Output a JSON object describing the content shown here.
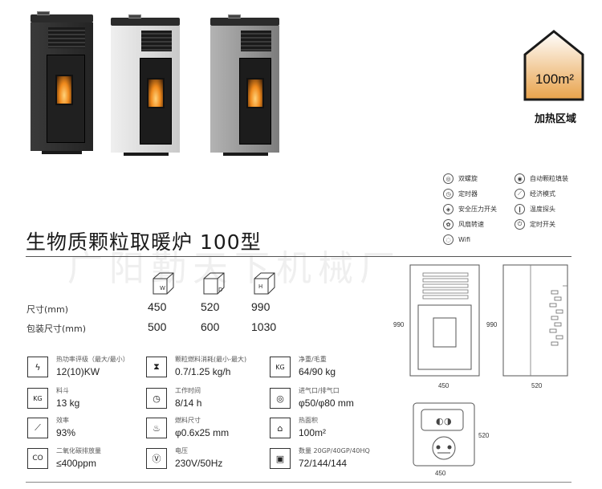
{
  "heating": {
    "value": "100m²",
    "caption": "加热区域"
  },
  "features": [
    {
      "icon": "twin-screw-icon",
      "glyph": "◎",
      "label": "双螺旋"
    },
    {
      "icon": "auto-pellet-icon",
      "glyph": "◉",
      "label": "自动颗粒填装"
    },
    {
      "icon": "timer-icon",
      "glyph": "◷",
      "label": "定时器"
    },
    {
      "icon": "economy-mode-icon",
      "glyph": "⟋",
      "label": "经济模式"
    },
    {
      "icon": "safety-pressure-icon",
      "glyph": "◈",
      "label": "安全压力开关"
    },
    {
      "icon": "temperature-probe-icon",
      "glyph": "❙",
      "label": "温度探头"
    },
    {
      "icon": "fan-speed-icon",
      "glyph": "✿",
      "label": "风扇转速"
    },
    {
      "icon": "timed-switch-icon",
      "glyph": "⏻",
      "label": "定时开关"
    },
    {
      "icon": "wifi-icon",
      "glyph": "◌",
      "label": "Wifi"
    }
  ],
  "title": "生物质颗粒取暖炉 100型",
  "watermark": "广阳勤天下机械厂",
  "dimensions": {
    "cube_labels": [
      "W",
      "D",
      "H"
    ],
    "size_label": "尺寸(mm)",
    "size_values": [
      "450",
      "520",
      "990"
    ],
    "pack_label": "包装尺寸(mm)",
    "pack_values": [
      "500",
      "600",
      "1030"
    ]
  },
  "specs": [
    {
      "icon": "power-icon",
      "glyph": "ϟ",
      "label": "热功率评级（最大/最小）",
      "value": "12(10)KW"
    },
    {
      "icon": "hourglass-icon",
      "glyph": "⧗",
      "label": "颗粒燃料消耗(最小-最大)",
      "value": "0.7/1.25 kg/h"
    },
    {
      "icon": "weight-icon",
      "glyph": "KG",
      "label": "净重/毛重",
      "value": "64/90 kg"
    },
    {
      "icon": "hopper-icon",
      "glyph": "KG",
      "label": "料斗",
      "value": "13 kg"
    },
    {
      "icon": "clock-icon",
      "glyph": "◷",
      "label": "工作时间",
      "value": "8/14 h"
    },
    {
      "icon": "vent-icon",
      "glyph": "◎",
      "label": "进气口/排气口",
      "value": "φ50/φ80 mm"
    },
    {
      "icon": "efficiency-icon",
      "glyph": "⟋",
      "label": "效率",
      "value": "93%"
    },
    {
      "icon": "flame-icon",
      "glyph": "♨",
      "label": "燃料尺寸",
      "value": "φ0.6x25 mm"
    },
    {
      "icon": "house-icon",
      "glyph": "⌂",
      "label": "热面积",
      "value": "100m²"
    },
    {
      "icon": "co-icon",
      "glyph": "CO",
      "label": "二氧化碳排放量",
      "value": "≤400ppm"
    },
    {
      "icon": "voltage-icon",
      "glyph": "Ⓥ",
      "label": "电压",
      "value": "230V/50Hz"
    },
    {
      "icon": "box-icon",
      "glyph": "▣",
      "label": "数量 20GP/40GP/40HQ",
      "value": "72/144/144"
    }
  ],
  "drawings": {
    "front_height": "990",
    "front_width": "450",
    "side_height": "990",
    "side_width": "520",
    "top_depth": "520",
    "top_width": "450"
  },
  "colors": {
    "heat_gradient_top": "#ffffff",
    "heat_gradient_bottom": "#e8a24a",
    "stove_black": "#2a2a2a",
    "stove_silver": "#d9d9d9",
    "stove_grey": "#9a9a9a"
  }
}
